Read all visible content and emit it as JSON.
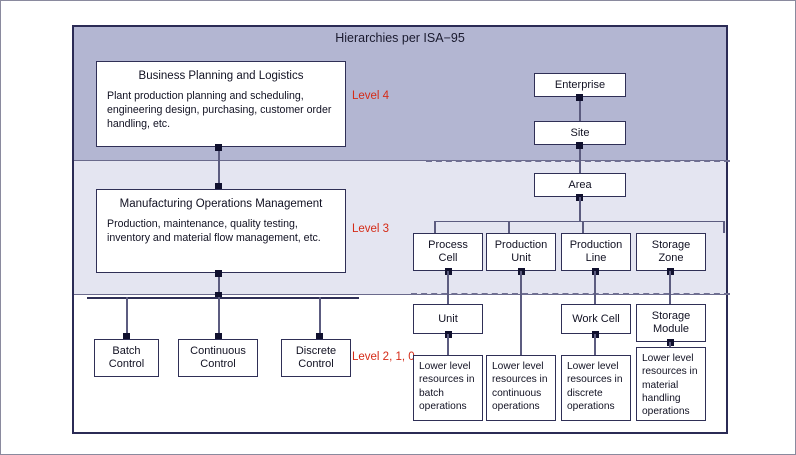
{
  "diagram": {
    "title": "Hierarchies per ISA−95",
    "accent_color": "#d52b17",
    "band_top_color": "#b3b6d2",
    "band_mid_color": "#e4e5f1",
    "band_bottom_color": "#ffffff",
    "box_border_color": "#2f2f56"
  },
  "levels": [
    {
      "label": "Level 4"
    },
    {
      "label": "Level 3"
    },
    {
      "label": "Level 2, 1, 0"
    }
  ],
  "functional": [
    {
      "heading": "Business Planning and Logistics",
      "body": "Plant production planning and scheduling, engineering design, purchasing, customer order handling, etc."
    },
    {
      "heading": "Manufacturing Operations Management",
      "body": "Production, maintenance, quality testing, inventory and material flow management, etc."
    }
  ],
  "control": [
    {
      "line1": "Batch",
      "line2": "Control"
    },
    {
      "line1": "Continuous",
      "line2": "Control"
    },
    {
      "line1": "Discrete",
      "line2": "Control"
    }
  ],
  "hierarchy": {
    "enterprise": "Enterprise",
    "site": "Site",
    "area": "Area",
    "tier1": [
      {
        "line1": "Process",
        "line2": "Cell"
      },
      {
        "line1": "Production",
        "line2": "Unit"
      },
      {
        "line1": "Production",
        "line2": "Line"
      },
      {
        "line1": "Storage",
        "line2": "Zone"
      }
    ],
    "tier2": [
      {
        "line1": "Unit",
        "line2": ""
      },
      {
        "line1": "Work Cell",
        "line2": ""
      },
      {
        "line1": "Storage",
        "line2": "Module"
      }
    ],
    "tier3": [
      {
        "text": "Lower level resources in batch operations"
      },
      {
        "text": "Lower level resources in continuous operations"
      },
      {
        "text": "Lower level resources in discrete operations"
      },
      {
        "text": "Lower level resources in material handling operations"
      }
    ]
  }
}
